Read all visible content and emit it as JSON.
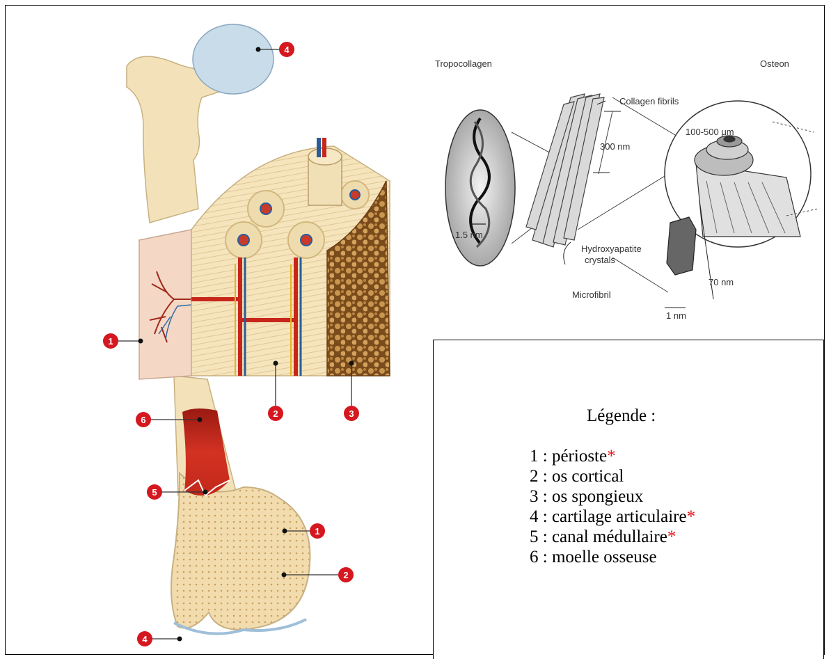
{
  "micro_labels": {
    "tropocollagen": "Tropocollagen",
    "osteon": "Osteon",
    "collagen_fibrils": "Collagen fibrils",
    "nm300": "300 nm",
    "um100_500": "100-500 μm",
    "nm1_5": "1.5 nm",
    "hydroxy": "Hydroxyapatite",
    "crystals": "crystals",
    "microfibril": "Microfibril",
    "nm70": "70 nm",
    "nm1": "1 nm"
  },
  "callouts": [
    "4",
    "1",
    "2",
    "3",
    "6",
    "5",
    "1",
    "2",
    "4"
  ],
  "legend": {
    "title": "Légende :",
    "items": [
      {
        "text": "1 : périoste",
        "asterisk": "*"
      },
      {
        "text": "2 : os cortical",
        "asterisk": ""
      },
      {
        "text": "3 : os spongieux",
        "asterisk": ""
      },
      {
        "text": "4 : cartilage articulaire",
        "asterisk": "*"
      },
      {
        "text": "5 : canal médullaire",
        "asterisk": "*"
      },
      {
        "text": "6 : moelle osseuse",
        "asterisk": ""
      }
    ]
  },
  "colors": {
    "bone": "#f3e2b9",
    "cartilage": "#c9dcea",
    "marrow": "#c8261b",
    "callout": "#d5171f",
    "spongy": "#8a5a22"
  }
}
